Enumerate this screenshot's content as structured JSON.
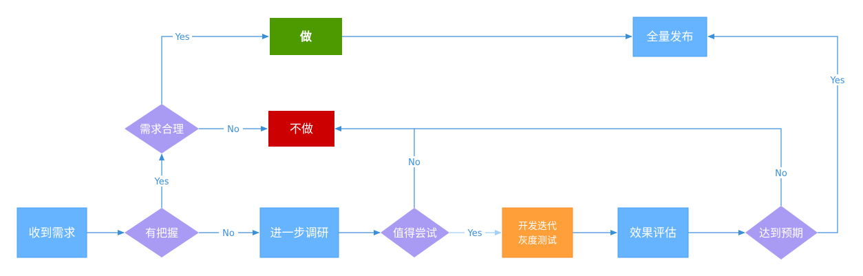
{
  "nodes": {
    "receive": "收到需求",
    "confident": "有把握",
    "research": "进一步调研",
    "worth_trying": "值得尝试",
    "develop_line1": "开发迭代",
    "develop_line2": "灰度测试",
    "evaluate": "效果评估",
    "meet_expectation": "达到预期",
    "reasonable": "需求合理",
    "do": "做",
    "dont_do": "不做",
    "full_release": "全量发布"
  },
  "edge_labels": {
    "reasonable_yes": "Yes",
    "reasonable_no": "No",
    "confident_yes": "Yes",
    "confident_no": "No",
    "worth_no": "No",
    "worth_yes": "Yes",
    "expectation_yes": "Yes",
    "expectation_no": "No"
  },
  "colors": {
    "process_box": "#66b3ff",
    "decision": "#a99af3",
    "do_box": "#4c9a00",
    "dont_box": "#cc0000",
    "develop_box": "#ff9f3a",
    "edge": "#3a8fd9"
  }
}
